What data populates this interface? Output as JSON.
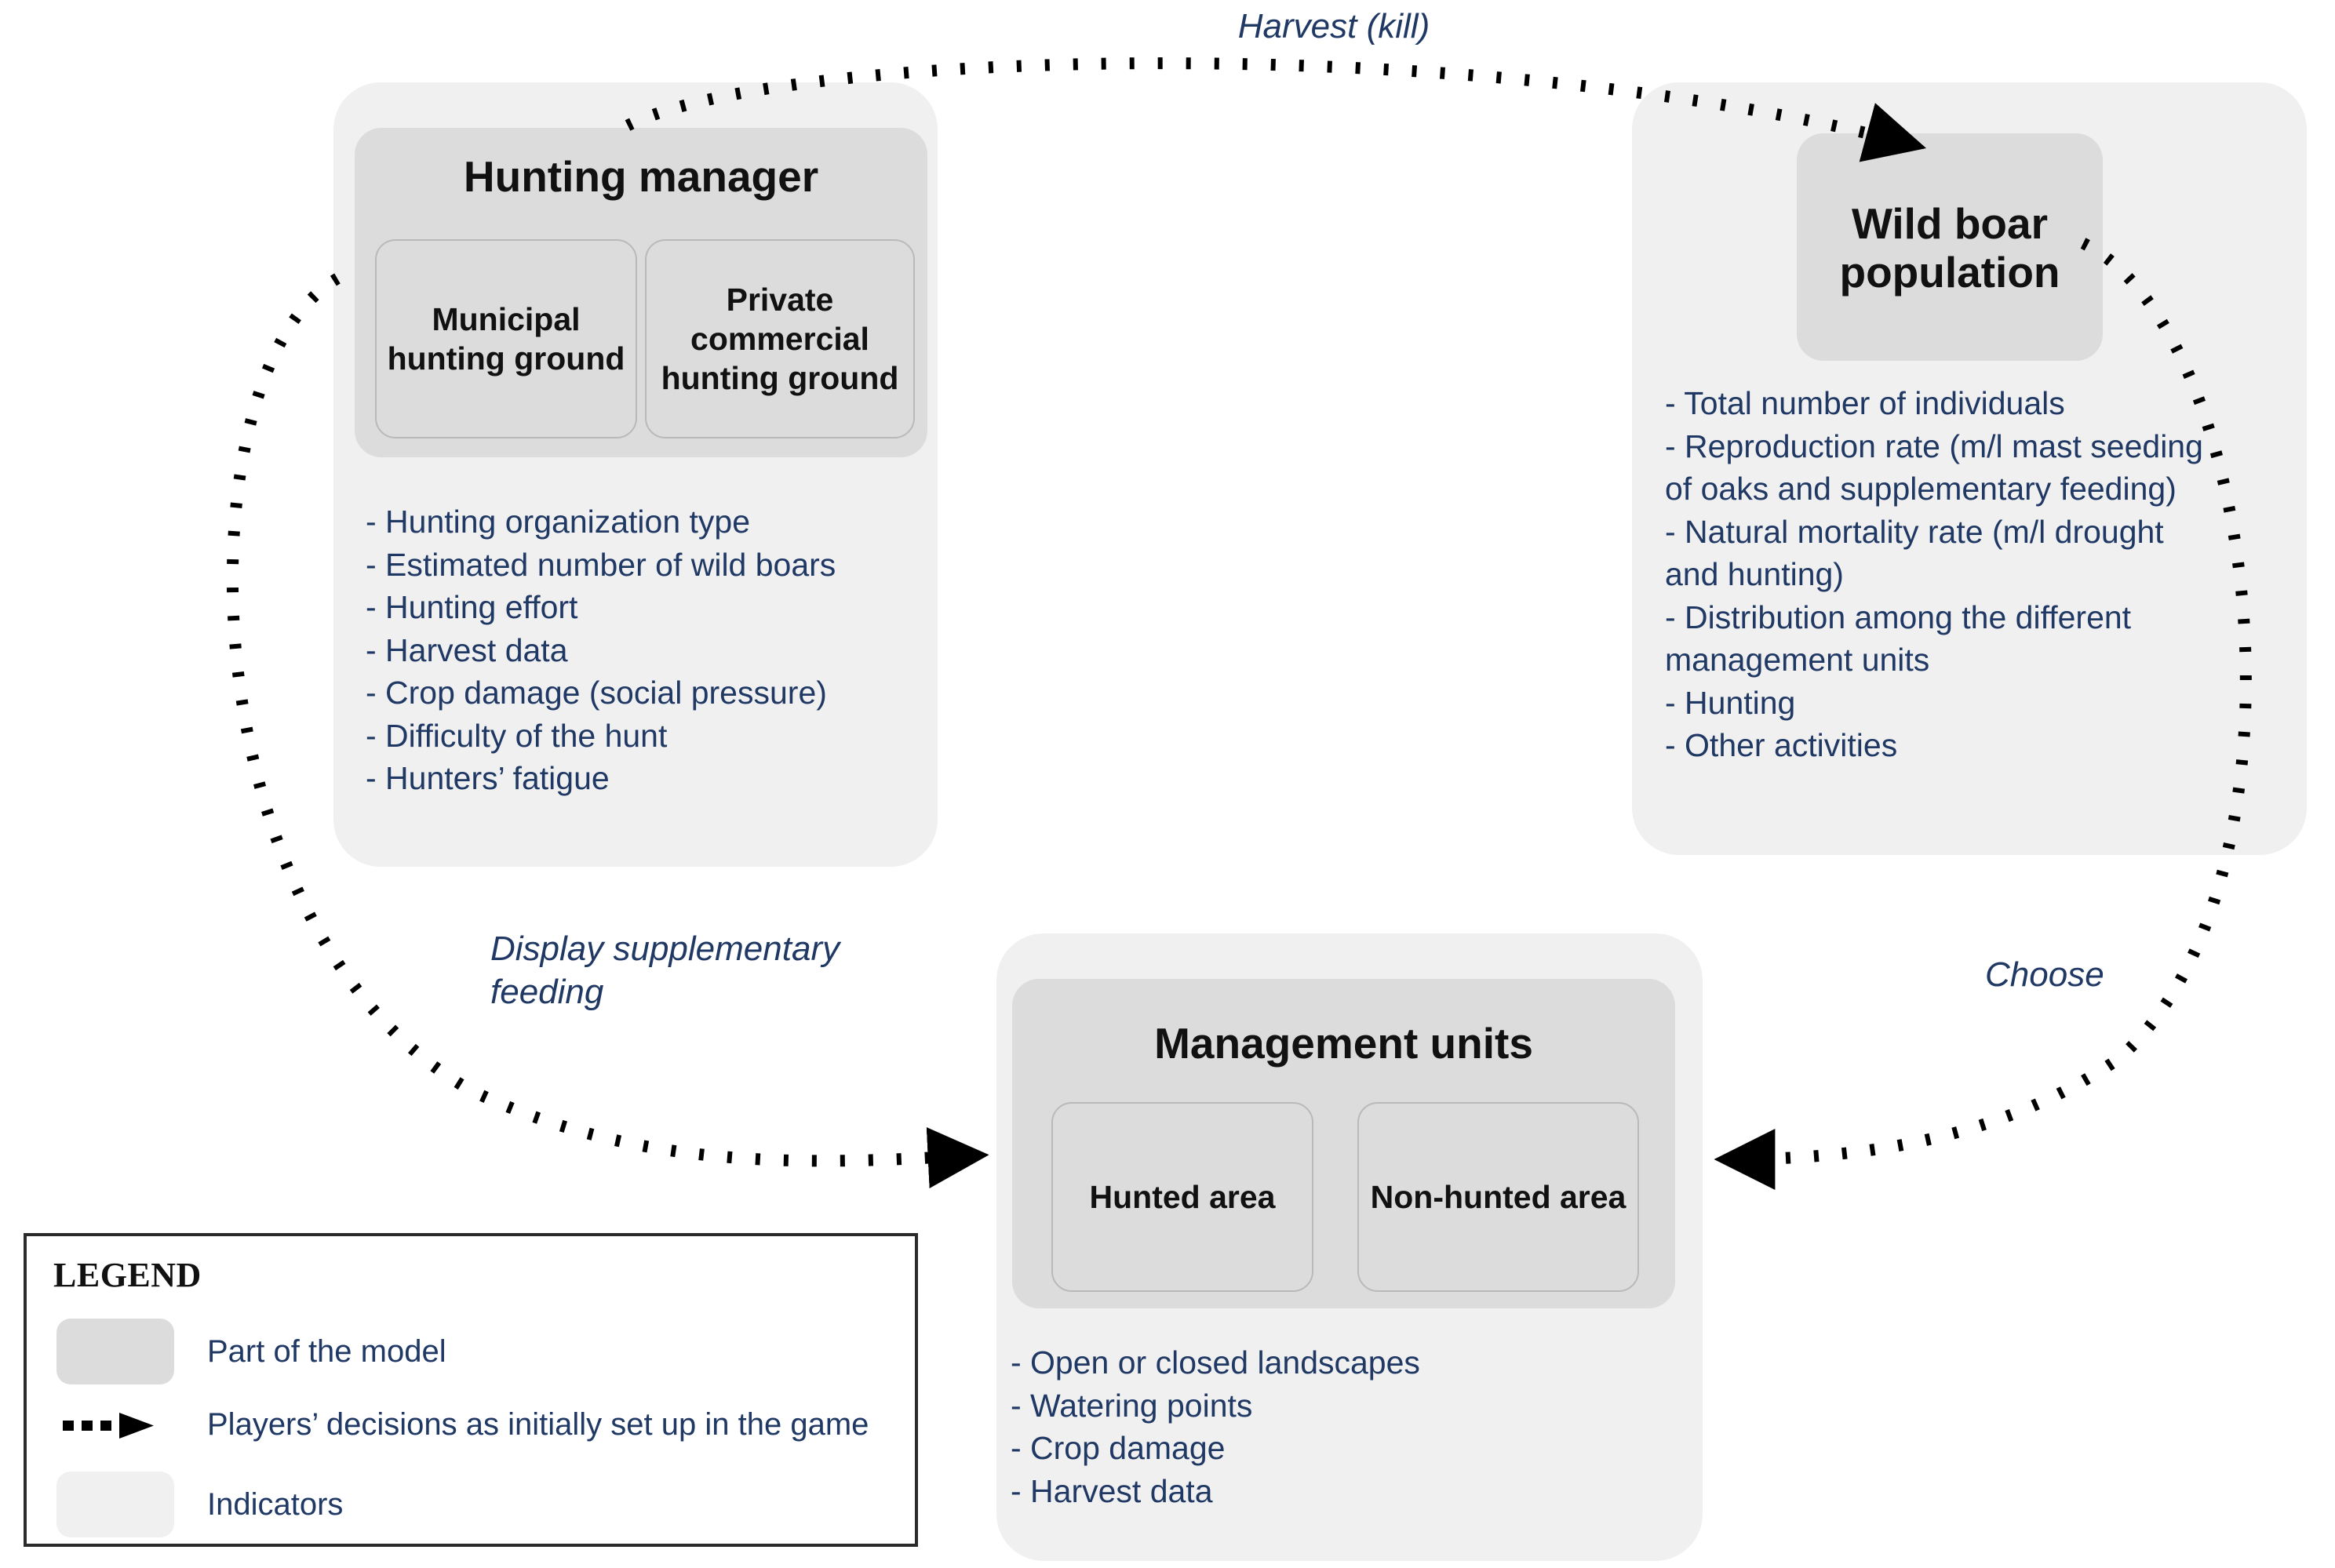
{
  "diagram": {
    "title_implicit": "",
    "colors": {
      "model_box": "#DCDCDC",
      "indicator_panel": "#F0F0F0",
      "text": "#1F3864",
      "heading": "#111111",
      "arrow": "#000000",
      "legend_border": "#2b2b2b"
    }
  },
  "hunting_manager": {
    "title": "Hunting manager",
    "sub_boxes": [
      {
        "label": "Municipal hunting ground"
      },
      {
        "label": "Private commercial hunting ground"
      }
    ],
    "indicators": [
      "- Hunting organization type",
      "- Estimated number of wild boars",
      "- Hunting effort",
      "- Harvest data",
      "- Crop damage (social pressure)",
      "- Difficulty of the hunt",
      "- Hunters’ fatigue"
    ]
  },
  "wild_boar_population": {
    "title": "Wild boar population",
    "indicators": [
      "- Total number of individuals",
      "- Reproduction rate (m/l mast seeding of oaks and supplementary feeding)",
      "- Natural mortality rate (m/l drought and hunting)",
      "- Distribution among the different management units",
      "- Hunting",
      "- Other activities"
    ]
  },
  "management_units": {
    "title": "Management units",
    "sub_boxes": [
      {
        "label": "Hunted area"
      },
      {
        "label": "Non-hunted area"
      }
    ],
    "indicators": [
      "- Open or closed landscapes",
      "- Watering points",
      "- Crop damage",
      "- Harvest data"
    ]
  },
  "edges": [
    {
      "id": "harvest",
      "label": "Harvest (kill)",
      "from": "hunting-manager",
      "to": "wild-boar-population"
    },
    {
      "id": "feeding",
      "label": "Display supplementary feeding",
      "from": "hunting-manager",
      "to": "management-units"
    },
    {
      "id": "choose",
      "label": "Choose",
      "from": "wild-boar-population",
      "to": "management-units"
    }
  ],
  "legend": {
    "title": "LEGEND",
    "items": [
      {
        "icon": "model-swatch-icon",
        "label": "Part of the model"
      },
      {
        "icon": "dotted-arrow-icon",
        "label": "Players’ decisions as initially set up in the game"
      },
      {
        "icon": "indicator-swatch-icon",
        "label": "Indicators"
      }
    ]
  }
}
